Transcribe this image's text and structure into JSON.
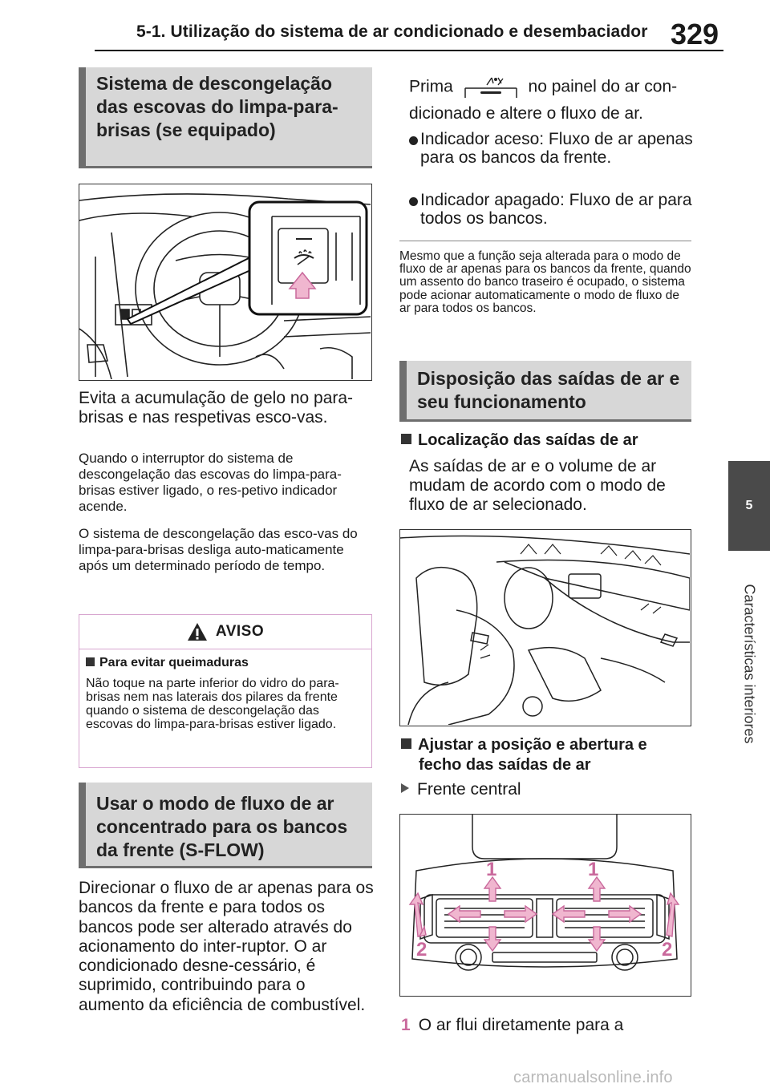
{
  "header": {
    "section_title": "5-1. Utilização do sistema de ar condicionado e desembaciador",
    "page_number": "329"
  },
  "side_tab": {
    "chapter": "5",
    "label": "Características interiores"
  },
  "left_column": {
    "section1_title": "Sistema de descongelação das escovas do limpa-para-brisas (se equipado)",
    "para_intro": "Evita a acumulação de gelo no para-brisas e nas respetivas esco-vas.",
    "para_small1": "Quando o interruptor do sistema de descongelação das escovas do limpa-para-brisas estiver ligado, o res-petivo indicador acende.",
    "para_small2": "O sistema de descongelação das esco-vas do limpa-para-brisas desliga auto-maticamente após um determinado período de tempo.",
    "warning": {
      "title": "AVISO",
      "subtitle": "Para evitar queimaduras",
      "text": "Não toque na parte inferior do vidro do para-brisas nem nas laterais dos pilares da frente quando o sistema de descongelação das escovas do limpa-para-brisas estiver ligado."
    },
    "section2_title": "Usar o modo de fluxo de ar concentrado para os bancos da frente (S-FLOW)",
    "para_sflow": "Direcionar o fluxo de ar apenas para os bancos da frente e para todos os bancos pode ser alterado através do acionamento do inter-ruptor. O ar condicionado desne-cessário, é suprimido, contribuindo para o aumento da eficiência de combustível."
  },
  "right_column": {
    "prima_before": "Prima",
    "prima_after": "no painel do ar con-",
    "prima_line2": "dicionado e altere o fluxo de ar.",
    "bullet1": "Indicador aceso: Fluxo de ar apenas para os bancos da frente.",
    "bullet2": "Indicador apagado: Fluxo de ar para todos os bancos.",
    "note": "Mesmo que a função seja alterada para o modo de fluxo de ar apenas para os bancos da frente, quando um assento do banco traseiro é ocupado, o sistema pode acionar automaticamente o modo de fluxo de ar para todos os bancos.",
    "section3_title": "Disposição das saídas de ar e seu funcionamento",
    "sub1": "Localização das saídas de ar",
    "para_vents": "As saídas de ar e o volume de ar mudam de acordo com o modo de fluxo de ar selecionado.",
    "sub2_line1": "Ajustar a posição e abertura e",
    "sub2_line2": "fecho das saídas de ar",
    "tri_item": "Frente central",
    "diagram_labels": {
      "one": "1",
      "two": "2"
    },
    "list1_num": "1",
    "list1_text": "O ar flui diretamente para a"
  },
  "colors": {
    "accent_pink": "#c9699c",
    "section_box_bg": "#d7d7d7",
    "section_box_border": "#6e6e6e",
    "warning_border": "#d8a6d0"
  },
  "watermark": "carmanualsonline.info"
}
